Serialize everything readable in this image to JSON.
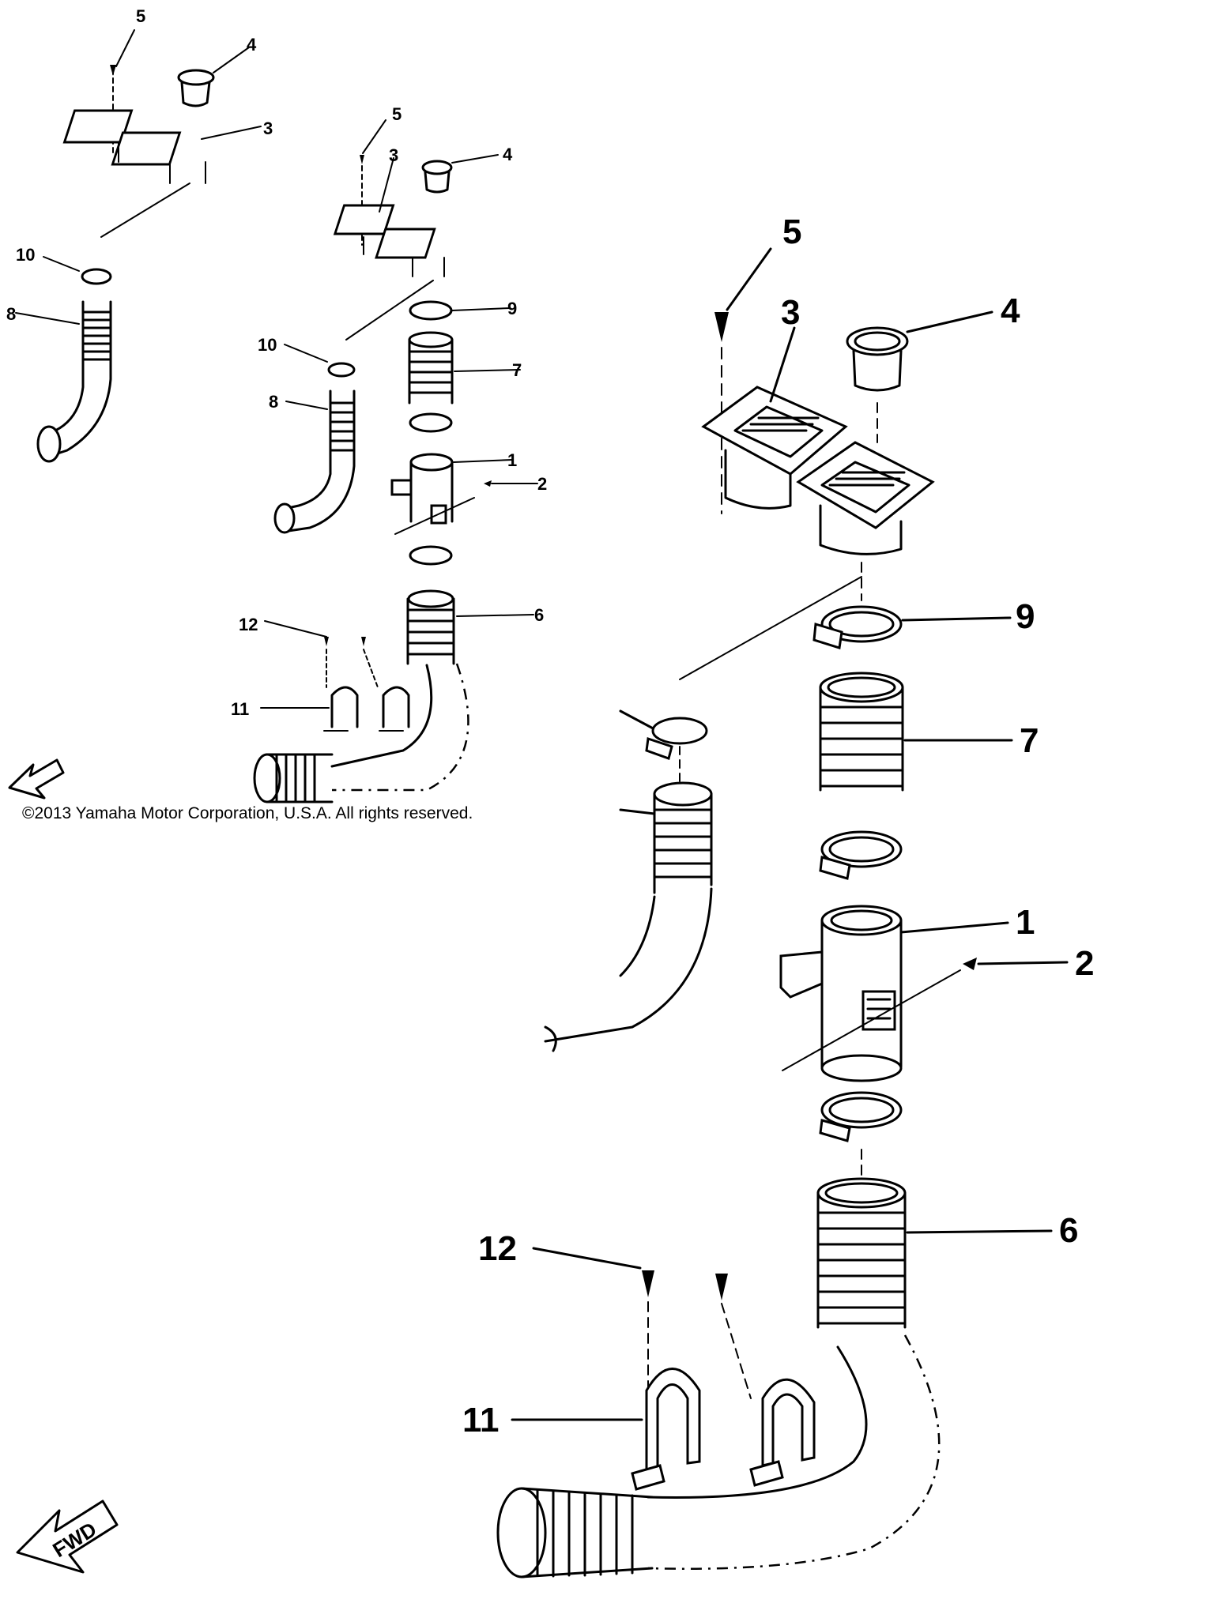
{
  "copyright": "©2013 Yamaha Motor Corporation, U.S.A. All rights reserved.",
  "direction_label": "FWD",
  "callouts": {
    "c1": "1",
    "c2": "2",
    "c3": "3",
    "c4": "4",
    "c5": "5",
    "c6": "6",
    "c7": "7",
    "c8": "8",
    "c9": "9",
    "c10": "10",
    "c11": "11",
    "c12": "12"
  }
}
